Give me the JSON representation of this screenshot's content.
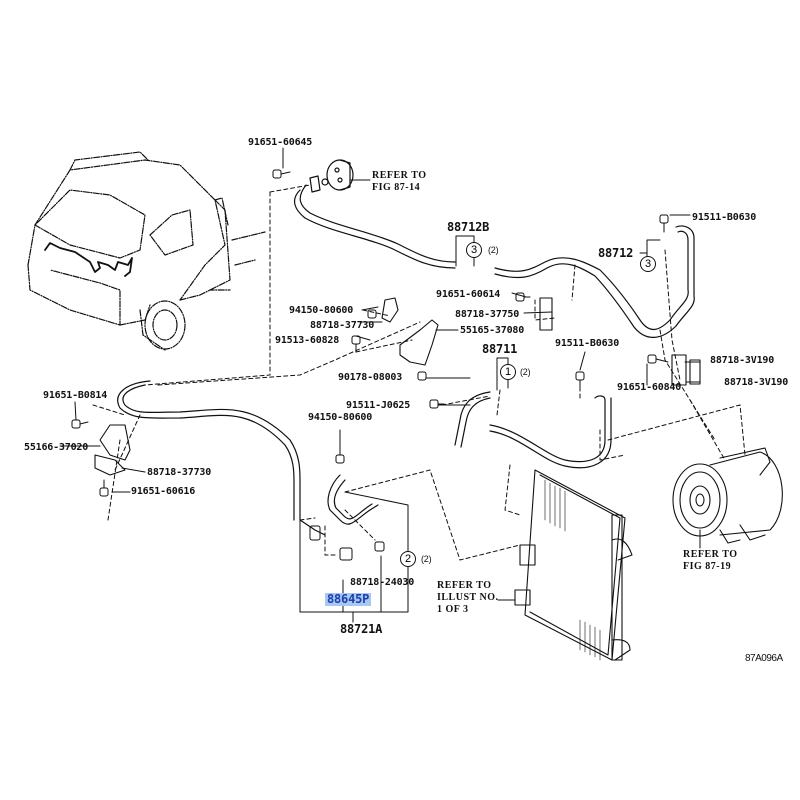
{
  "diagram": {
    "title_code": "87A096A",
    "highlighted_part": "88645P",
    "highlight_color": "#a9c8f0",
    "highlight_text_color": "#1a3fb0"
  },
  "labels": {
    "p_91651_60645": "91651-60645",
    "refer_fig_87_14": "REFER TO\nFIG 87-14",
    "p_88712B": "88712B",
    "p_88712": "88712",
    "p_91511_B0630_top": "91511-B0630",
    "p_94150_80600_top": "94150-80600",
    "p_88718_37730_top": "88718-37730",
    "p_91513_60828": "91513-60828",
    "p_91651_60614": "91651-60614",
    "p_88718_37750": "88718-37750",
    "p_55165_37080": "55165-37080",
    "p_90178_08003": "90178-08003",
    "p_88711": "88711",
    "p_91511_B0630_mid": "91511-B0630",
    "p_88718_3V190_a": "88718-3V190",
    "p_91651_60840": "91651-60840",
    "p_88718_3V190_b": "88718-3V190",
    "p_91651_B0814": "91651-B0814",
    "p_55166_37020": "55166-37020",
    "p_88718_37730_left": "88718-37730",
    "p_91651_60616": "91651-60616",
    "p_91511_J0625": "91511-J0625",
    "p_94150_80600_mid": "94150-80600",
    "p_88718_24030": "88718-24030",
    "p_88645P": "88645P",
    "p_88721A": "88721A",
    "refer_illust": "REFER TO\nILLUST NO.\n1 OF 3",
    "refer_fig_87_19": "REFER TO\nFIG 87-19"
  },
  "callouts": {
    "c3_88712B": {
      "num": "3",
      "qty": "(2)"
    },
    "c3_88712": {
      "num": "3",
      "qty": ""
    },
    "c1_88711": {
      "num": "1",
      "qty": "(2)"
    },
    "c2_88721A": {
      "num": "2",
      "qty": "(2)"
    }
  }
}
